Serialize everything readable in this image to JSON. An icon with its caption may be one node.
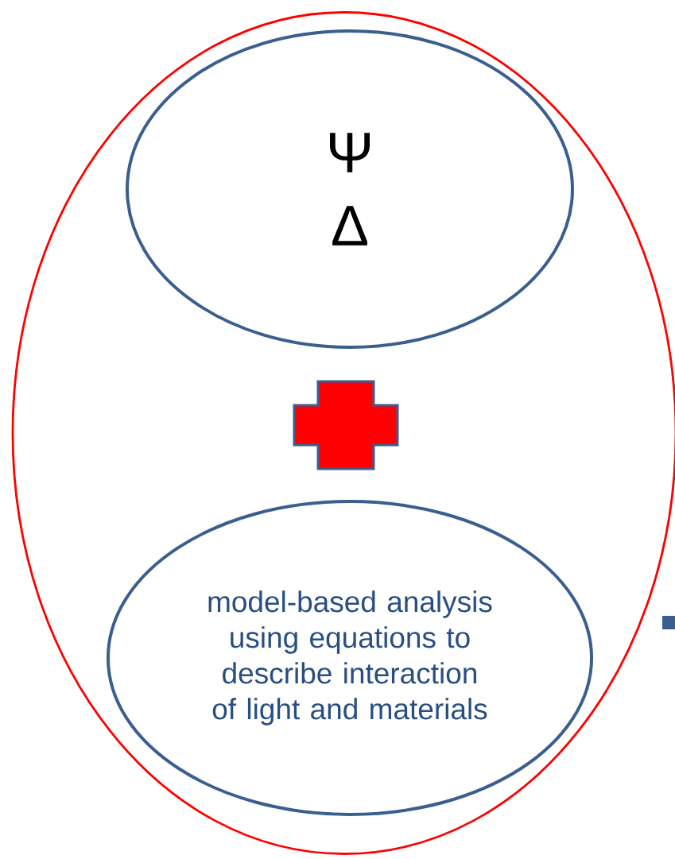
{
  "diagram": {
    "nodes": [
      {
        "text": [],
        "shape": "circle"
      },
      {
        "text": [
          "Ψ",
          "Δ"
        ],
        "in": 0
      },
      {
        "text": [],
        "shape": "cross",
        "in": 0
      },
      {
        "text": [
          "model-based analysis using equations to describe interaction of light and materials"
        ],
        "in": 0
      }
    ]
  }
}
